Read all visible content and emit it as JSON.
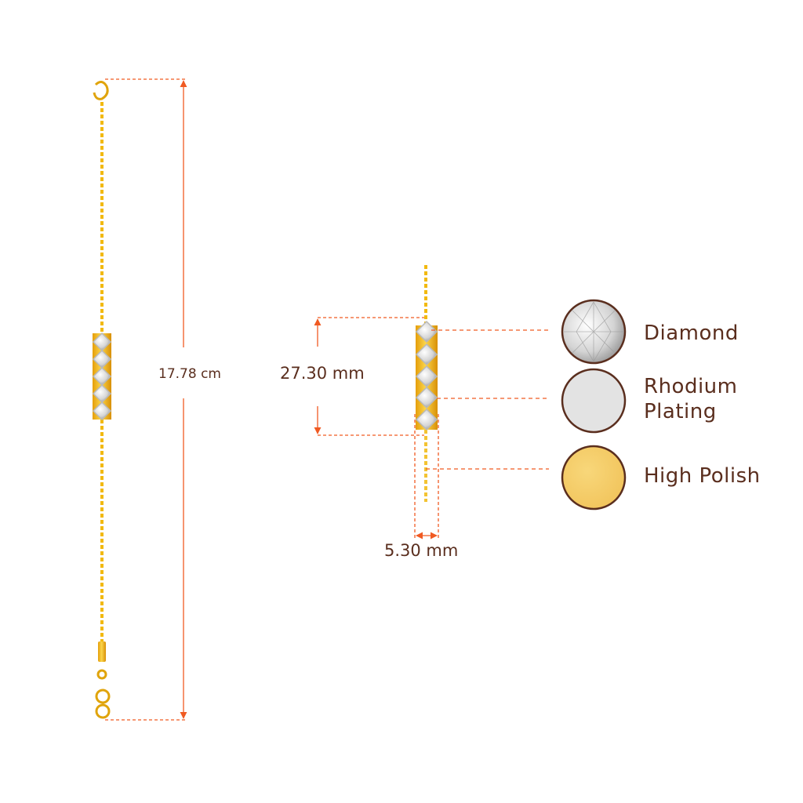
{
  "dimensions": {
    "total_length": "17.78 cm",
    "pendant_length": "27.30 mm",
    "pendant_width": "5.30 mm"
  },
  "materials": [
    {
      "label": "Diamond",
      "color": "#e6e6e6"
    },
    {
      "label": "Rhodium\nPlating",
      "line1": "Rhodium",
      "line2": "Plating",
      "color": "#e3e3e3"
    },
    {
      "label": "High Polish",
      "color": "#f5cc6a"
    }
  ],
  "colors": {
    "dimension_line": "#f05a22",
    "text": "#5a2e1e",
    "gold": "#f2b90f",
    "border": "#5a2e1e"
  }
}
